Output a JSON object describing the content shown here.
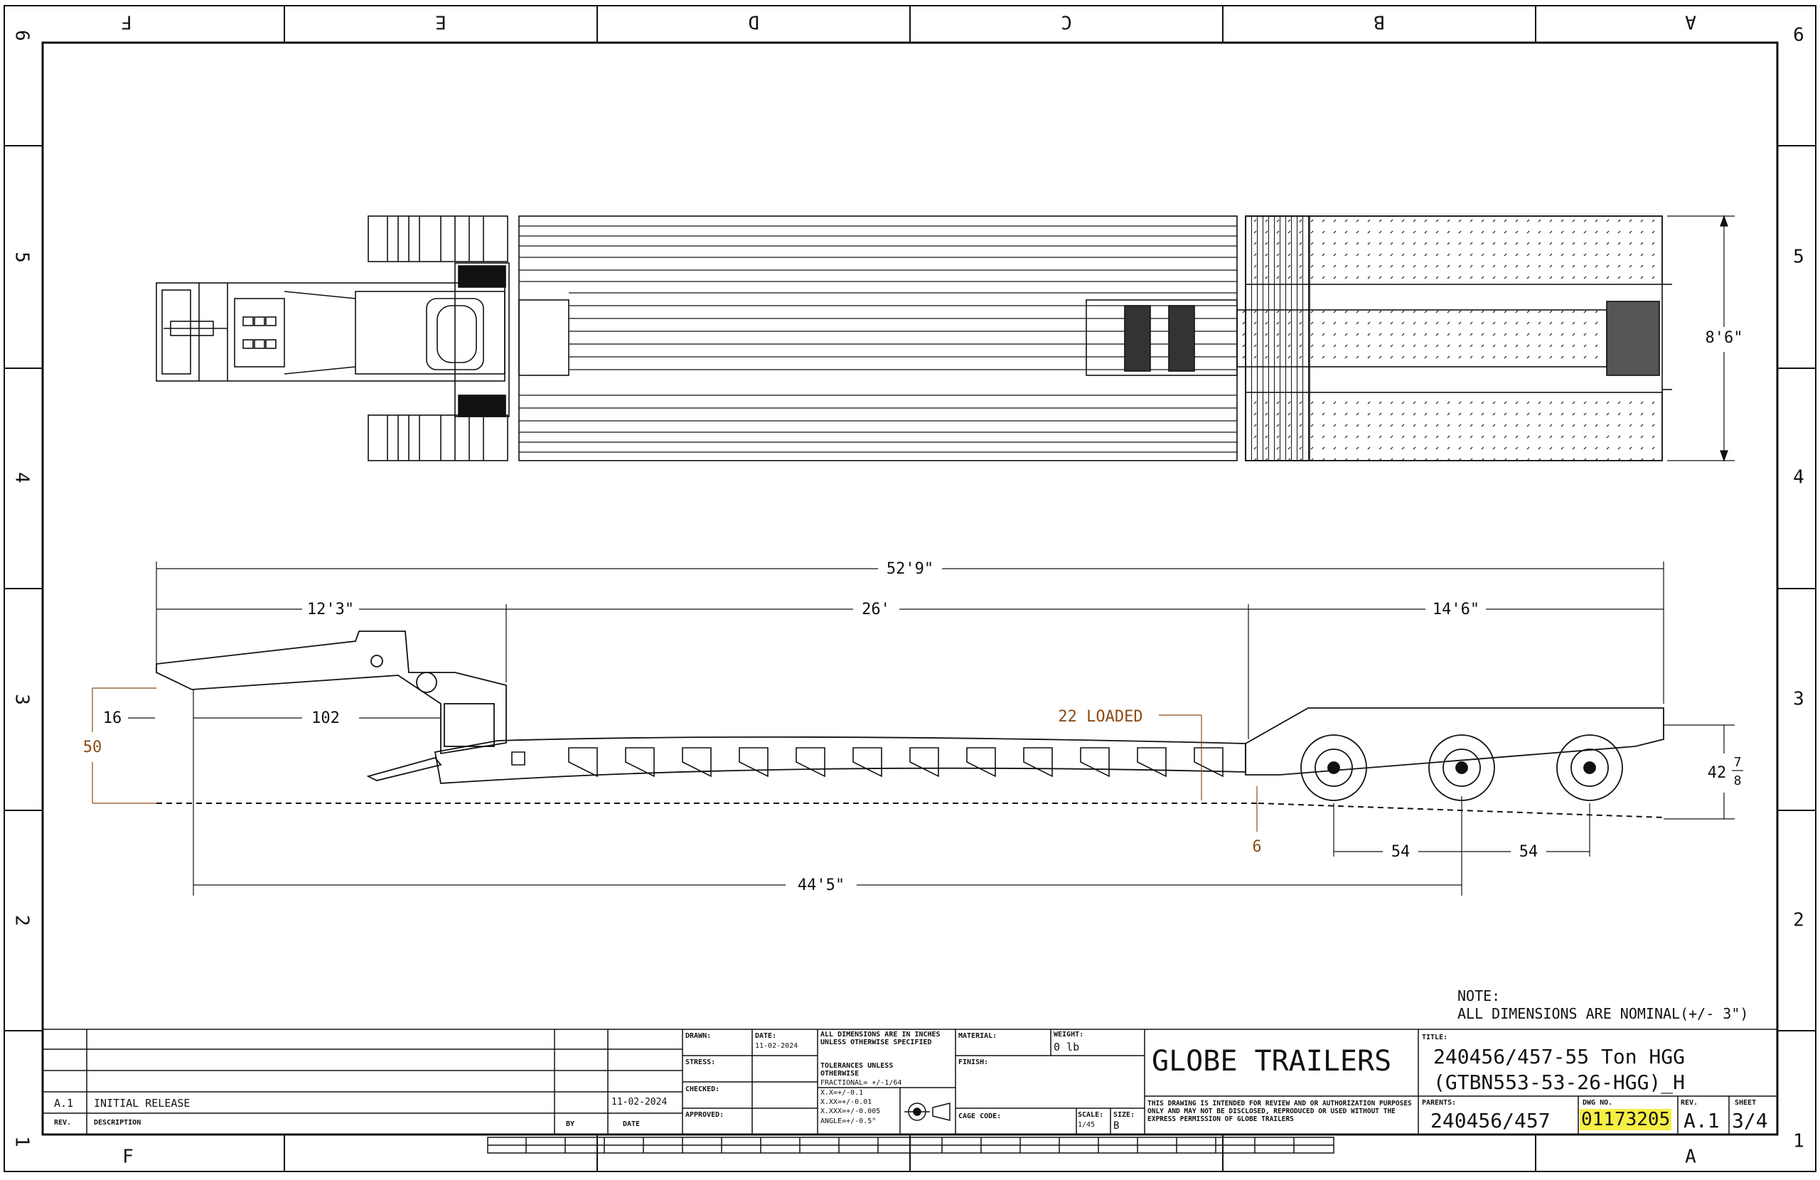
{
  "zones": {
    "columns": [
      "F",
      "E",
      "D",
      "C",
      "B",
      "A"
    ],
    "rows": [
      "6",
      "5",
      "4",
      "3",
      "2",
      "1"
    ]
  },
  "dimensions": {
    "width_8_6": "8'6\"",
    "overall_52_9": "52'9\"",
    "gooseneck_12_3": "12'3\"",
    "deck_26": "26'",
    "rear_14_6": "14'6\"",
    "d16": "16",
    "d102": "102",
    "d50": "50",
    "loaded_22": "22 LOADED",
    "d6": "6",
    "d54_a": "54",
    "d54_b": "54",
    "wheelbase_44_5": "44'5\"",
    "height_42_whole": "42",
    "height_42_num": "7",
    "height_42_den": "8"
  },
  "note": {
    "title": "NOTE:",
    "text": "ALL DIMENSIONS ARE NOMINAL(+/- 3\")"
  },
  "title_block": {
    "revision_row": {
      "rev": "A.1",
      "description": "INITIAL RELEASE",
      "date": "11-02-2024"
    },
    "rev_header": "REV.",
    "description_header": "DESCRIPTION",
    "by_header": "BY",
    "date_header": "DATE",
    "drawn_label": "DRAWN:",
    "date_label": "DATE:",
    "drawn_date": "11-02-2024",
    "stress_label": "STRESS:",
    "checked_label": "CHECKED:",
    "approved_label": "APPROVED:",
    "dims_note": "ALL DIMENSIONS ARE IN INCHES UNLESS OTHERWISE SPECIFIED",
    "tolerances_title": "TOLERANCES UNLESS OTHERWISE SPECIFIED:",
    "tolerances": [
      "FRACTIONAL= +/-1/64",
      "X.X=+/-0.1",
      "X.XX=+/-0.01",
      "X.XXX=+/-0.005",
      "ANGLE=+/-0.5°"
    ],
    "material_label": "MATERIAL:",
    "weight_label": "WEIGHT:",
    "weight_value": "0 lb",
    "finish_label": "FINISH:",
    "cage_code_label": "CAGE CODE:",
    "scale_label": "SCALE:",
    "scale_value": "1/45",
    "size_label": "SIZE:",
    "size_value": "B",
    "company": "GLOBE TRAILERS",
    "disclaimer": "THIS DRAWING IS INTENDED FOR REVIEW AND OR AUTHORIZATION PURPOSES ONLY AND MAY NOT BE DISCLOSED, REPRODUCED OR USED WITHOUT THE EXPRESS PERMISSION OF GLOBE TRAILERS",
    "title_label": "TITLE:",
    "title_line1": "240456/457-55 Ton HGG",
    "title_line2": "(GTBN553-53-26-HGG)_H",
    "parents_label": "PARENTS:",
    "parents_value": "240456/457",
    "dwg_no_label": "DWG NO.",
    "dwg_no": "01173205",
    "rev_label": "REV.",
    "rev_value": "A.1",
    "sheet_label": "SHEET",
    "sheet_value": "3/4"
  },
  "colors": {
    "line": "#111111",
    "dimension_brown": "#8a4b16",
    "highlight": "#f5ef45"
  }
}
